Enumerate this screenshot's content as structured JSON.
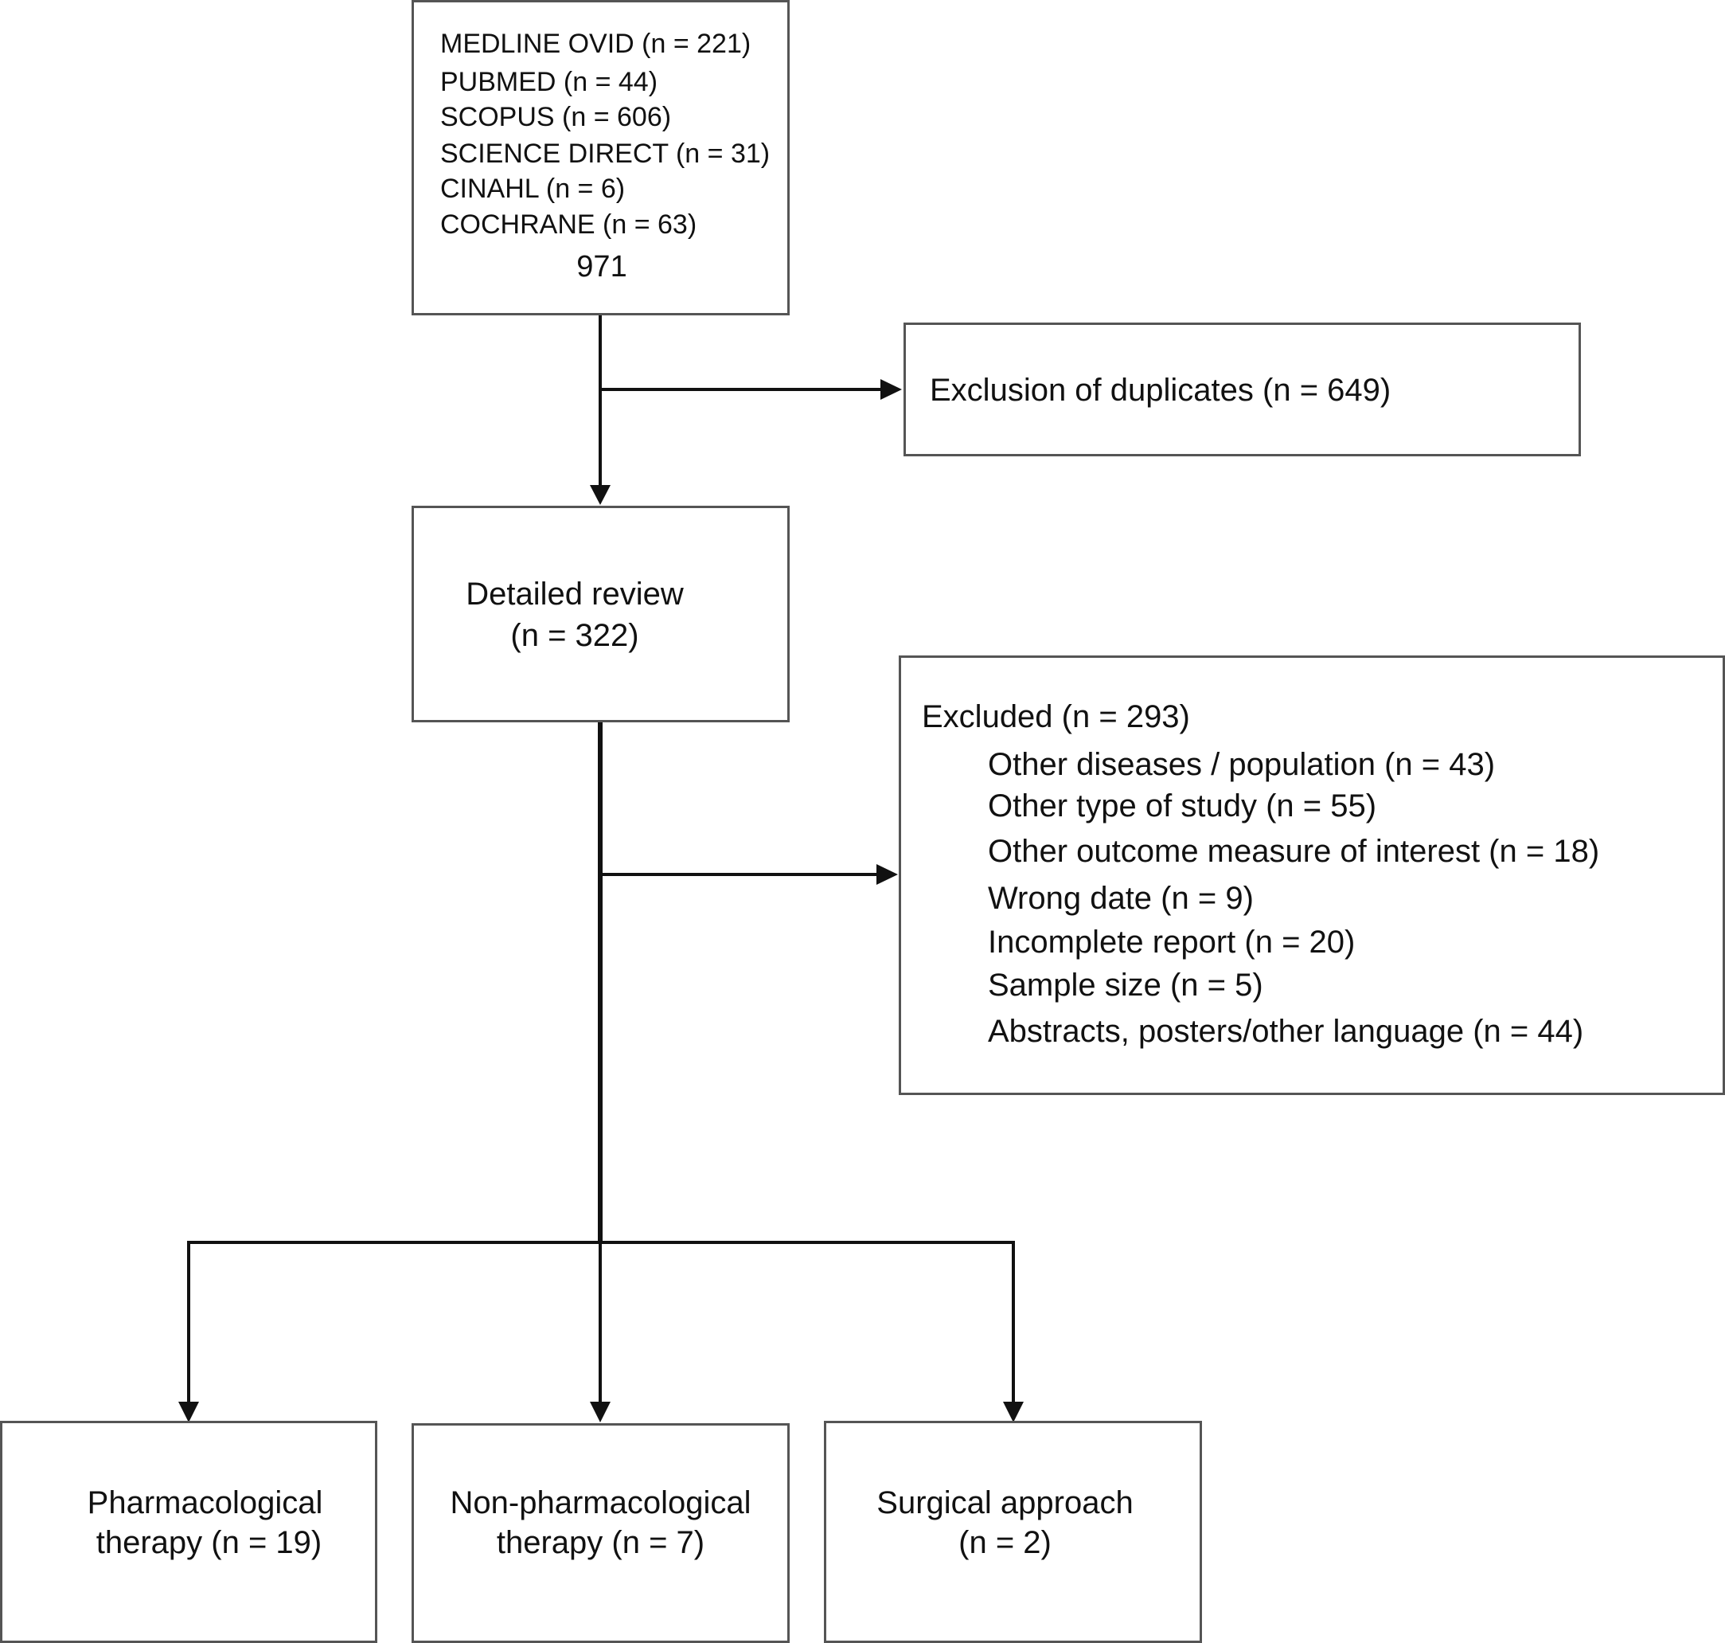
{
  "sources": {
    "items": [
      "MEDLINE OVID (n = 221)",
      "PUBMED (n = 44)",
      "SCOPUS (n = 606)",
      "SCIENCE DIRECT (n = 31)",
      "CINAHL (n = 6)",
      "COCHRANE (n = 63)"
    ],
    "total": "971"
  },
  "duplicates": {
    "label": "Exclusion of duplicates (n = 649)"
  },
  "review": {
    "line1": "Detailed review",
    "line2": "(n = 322)"
  },
  "excluded": {
    "header": "Excluded (n = 293)",
    "reasons": [
      "Other diseases / population (n = 43)",
      "Other type of study (n = 55)",
      "Other outcome measure of interest (n = 18)",
      "Wrong date (n = 9)",
      "Incomplete report (n = 20)",
      "Sample size (n = 5)",
      "Abstracts, posters/other language (n = 44)"
    ]
  },
  "outcomes": [
    {
      "line1": "Pharmacological",
      "line2": "therapy (n = 19)"
    },
    {
      "line1": "Non-pharmacological",
      "line2": "therapy (n = 7)"
    },
    {
      "line1": "Surgical approach",
      "line2": "(n = 2)"
    }
  ],
  "colors": {
    "box_border": "#555555",
    "line": "#111111",
    "text": "#111111"
  }
}
